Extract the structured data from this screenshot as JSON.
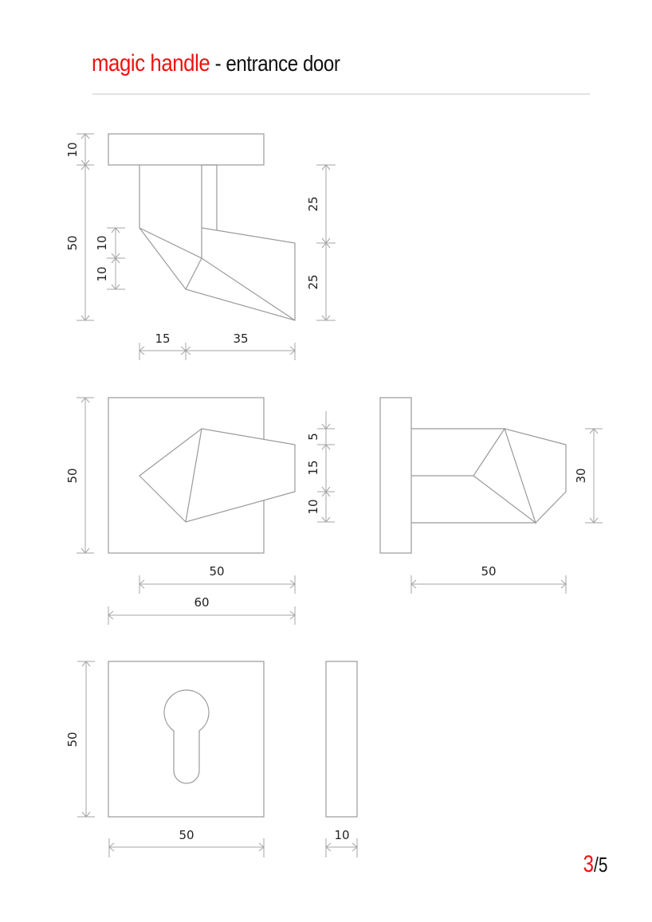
{
  "header": {
    "product_name": "magic handle",
    "separator": " - ",
    "subtitle": "entrance door",
    "accent_color": "#ee1111"
  },
  "views": {
    "side_view": {
      "dims": {
        "rose_thickness": "10",
        "total_height": "50",
        "knuckle_upper": "10",
        "knuckle_lower": "10",
        "right_upper": "25",
        "right_lower": "25",
        "left_offset": "15",
        "lever_length": "35"
      }
    },
    "front_view": {
      "dims": {
        "rose_height": "50",
        "lever_width": "50",
        "overall_width": "60",
        "tip_top": "5",
        "tip_height": "15",
        "tip_bottom": "10"
      }
    },
    "top_view": {
      "dims": {
        "lever_depth": "30",
        "lever_projection": "50"
      }
    },
    "escutcheon_front": {
      "dims": {
        "height": "50",
        "width": "50"
      }
    },
    "escutcheon_side": {
      "dims": {
        "thickness": "10"
      }
    }
  },
  "footer": {
    "page_current": "3",
    "page_separator": "/",
    "page_total": "5"
  }
}
